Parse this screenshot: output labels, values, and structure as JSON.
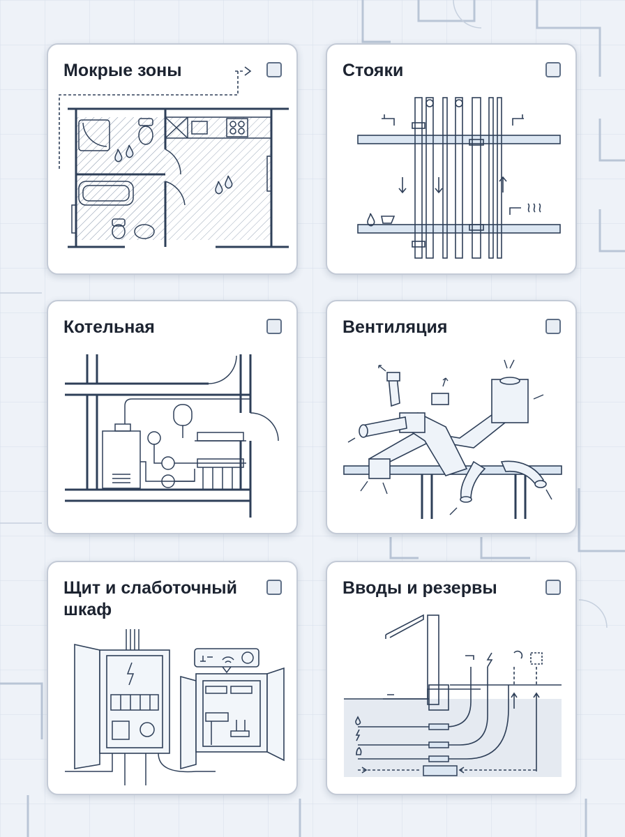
{
  "cards": [
    {
      "id": "wet-zones",
      "title": "Мокрые зоны",
      "checked": false
    },
    {
      "id": "risers",
      "title": "Стояки",
      "checked": false
    },
    {
      "id": "boiler-room",
      "title": "Котельная",
      "checked": false
    },
    {
      "id": "ventilation",
      "title": "Вентиляция",
      "checked": false
    },
    {
      "id": "panel-lowcurrent",
      "title": "Щит и слаботочный шкаф",
      "checked": false
    },
    {
      "id": "inputs-reserves",
      "title": "Вводы и резервы",
      "checked": false
    }
  ],
  "colors": {
    "background": "#eef2f8",
    "card": "#ffffff",
    "line": "#2e3f58",
    "accent_fill": "#dbe6f2"
  }
}
